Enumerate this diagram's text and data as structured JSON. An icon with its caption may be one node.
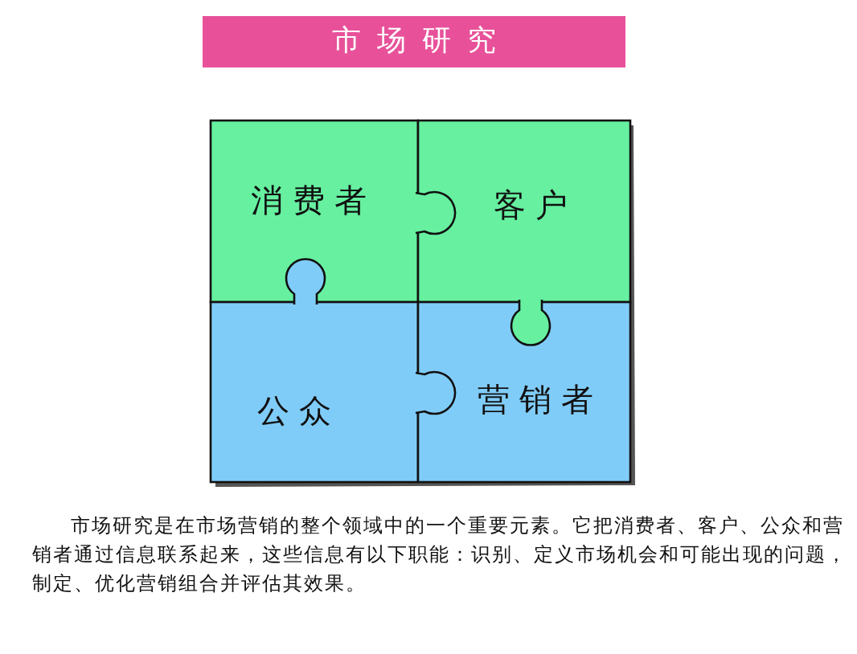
{
  "diagram": {
    "title": "市场研究",
    "nodes": [
      {
        "text": [
          "消费者"
        ]
      },
      {
        "text": [
          "客户"
        ]
      },
      {
        "text": [
          "公众"
        ]
      },
      {
        "text": [
          "营销者"
        ]
      }
    ],
    "caption": "市场研究是在市场营销的整个领域中的一个重要元素。它把消费者、客户、公众和营销者通过信息联系起来，这些信息有以下职能：识别、定义市场机会和可能出现的问题，制定、优化营销组合并评估其效果。"
  }
}
